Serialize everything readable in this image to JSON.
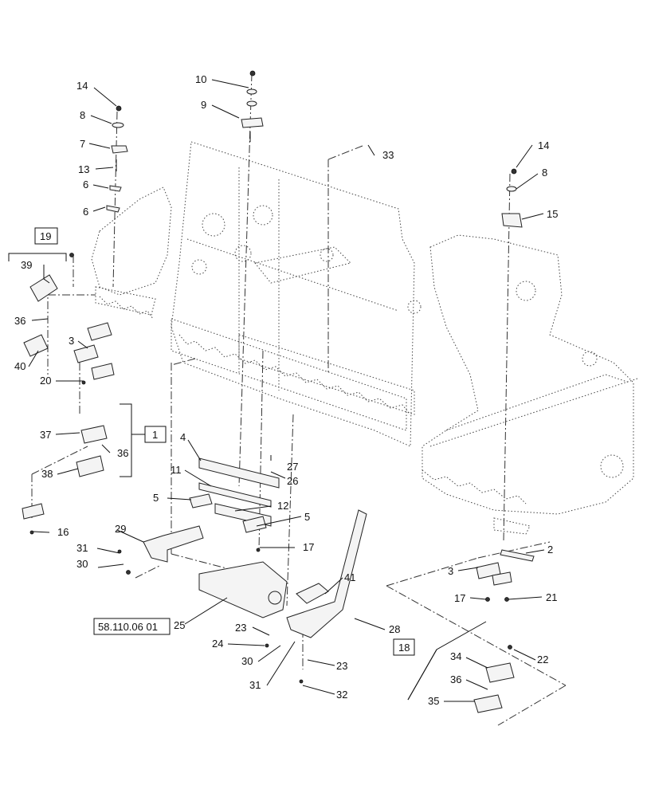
{
  "callouts": [
    "14",
    "8",
    "7",
    "13",
    "6",
    "6",
    "10",
    "9",
    "33",
    "14",
    "8",
    "15",
    "19",
    "39",
    "36",
    "40",
    "3",
    "20",
    "1",
    "37",
    "36",
    "38",
    "4",
    "27",
    "26",
    "11",
    "5",
    "12",
    "5",
    "16",
    "29",
    "31",
    "30",
    "17",
    "2",
    "3",
    "17",
    "21",
    "41",
    "25",
    "58.110.06 01",
    "23",
    "28",
    "24",
    "30",
    "23",
    "31",
    "32",
    "18",
    "34",
    "22",
    "36",
    "35"
  ]
}
